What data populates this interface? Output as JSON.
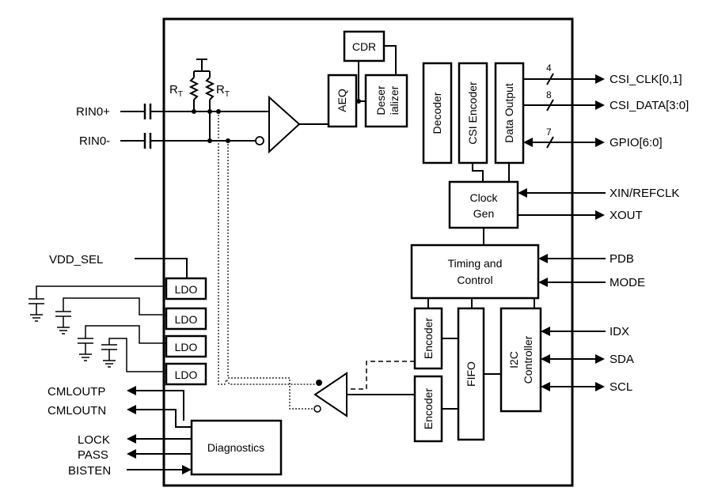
{
  "inputs": {
    "rin0p": "RIN0+",
    "rin0n": "RIN0-",
    "vdd_sel": "VDD_SEL"
  },
  "termination": {
    "r_symbol": "R",
    "r_subscript": "T"
  },
  "blocks": {
    "cdr": "CDR",
    "aeq": "AEQ",
    "deserializer_line1": "Deser",
    "deserializer_line2": "ializer",
    "decoder": "Decoder",
    "csi_encoder": "CSI Encoder",
    "data_output": "Data Output",
    "clock_gen_line1": "Clock",
    "clock_gen_line2": "Gen",
    "timing_line1": "Timing and",
    "timing_line2": "Control",
    "encoder_top": "Encoder",
    "encoder_bottom": "Encoder",
    "fifo": "FIFO",
    "i2c_line1": "I2C",
    "i2c_line2": "Controller",
    "ldo": [
      "LDO",
      "LDO",
      "LDO",
      "LDO"
    ],
    "diagnostics": "Diagnostics"
  },
  "outputs": {
    "csi_clk": "CSI_CLK[0,1]",
    "csi_clk_width": "4",
    "csi_data": "CSI_DATA[3:0]",
    "csi_data_width": "8",
    "gpio": "GPIO[6:0]",
    "gpio_width": "7",
    "xin": "XIN/REFCLK",
    "xout": "XOUT",
    "pdb": "PDB",
    "mode": "MODE",
    "idx": "IDX",
    "sda": "SDA",
    "scl": "SCL"
  },
  "diagnostic_pins": {
    "cmloutp": "CMLOUTP",
    "cmloutn": "CMLOUTN",
    "lock": "LOCK",
    "pass": "PASS",
    "bisten": "BISTEN"
  }
}
